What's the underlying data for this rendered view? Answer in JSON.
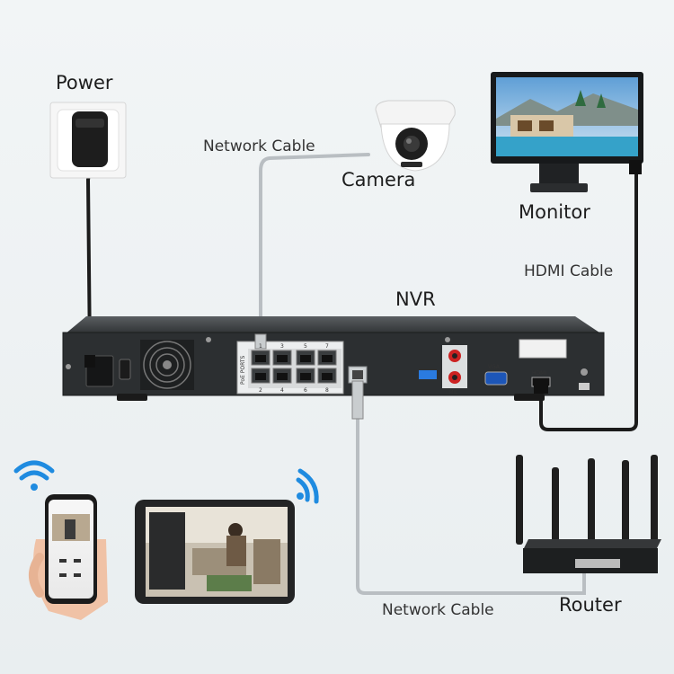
{
  "labels": {
    "power": "Power",
    "camera": "Camera",
    "monitor": "Monitor",
    "nvr": "NVR",
    "router": "Router",
    "network_cable_top": "Network Cable",
    "network_cable_bottom": "Network Cable",
    "hdmi_cable": "HDMI Cable"
  },
  "nvr_panel": {
    "poe_ports": "PoE PORTS",
    "port_numbers_top": [
      "1",
      "3",
      "5",
      "7"
    ],
    "port_numbers_bottom": [
      "2",
      "4",
      "6",
      "8"
    ],
    "vga": "VGA",
    "hdmi": "HDMI",
    "mic": "MIC"
  },
  "colors": {
    "cable_gray": "#b9bec2",
    "cable_black": "#1b1b1b",
    "device_black": "#222426",
    "wifi_blue": "#1f8be0"
  }
}
